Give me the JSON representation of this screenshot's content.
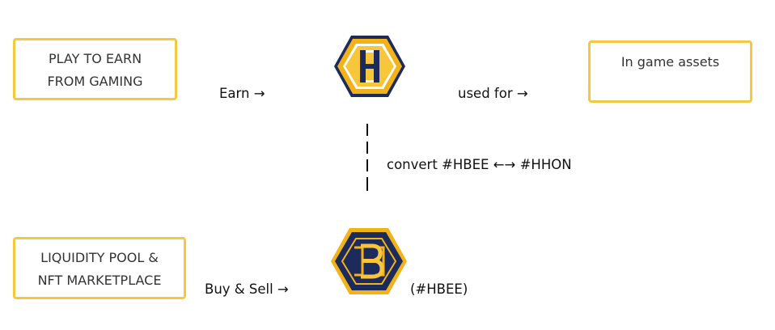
{
  "boxes": {
    "play_to_earn": [
      "PLAY TO EARN",
      "FROM GAMING"
    ],
    "in_game_assets": [
      "In game assets"
    ],
    "liquidity": [
      "LIQUIDITY POOL &",
      "NFT MARKETPLACE"
    ]
  },
  "labels": {
    "earn": "Earn →",
    "used_for": "used for →",
    "convert": "convert #HBEE ←→ #HHON",
    "buy_sell": "Buy & Sell →",
    "hbee_ticker": "(#HBEE)"
  },
  "icons": {
    "top_token": "hhon-token-icon",
    "bottom_token": "hbee-token-icon"
  },
  "colors": {
    "box_border": "#f5c842",
    "gold": "#f2b21a",
    "navy": "#1c2a5c"
  }
}
